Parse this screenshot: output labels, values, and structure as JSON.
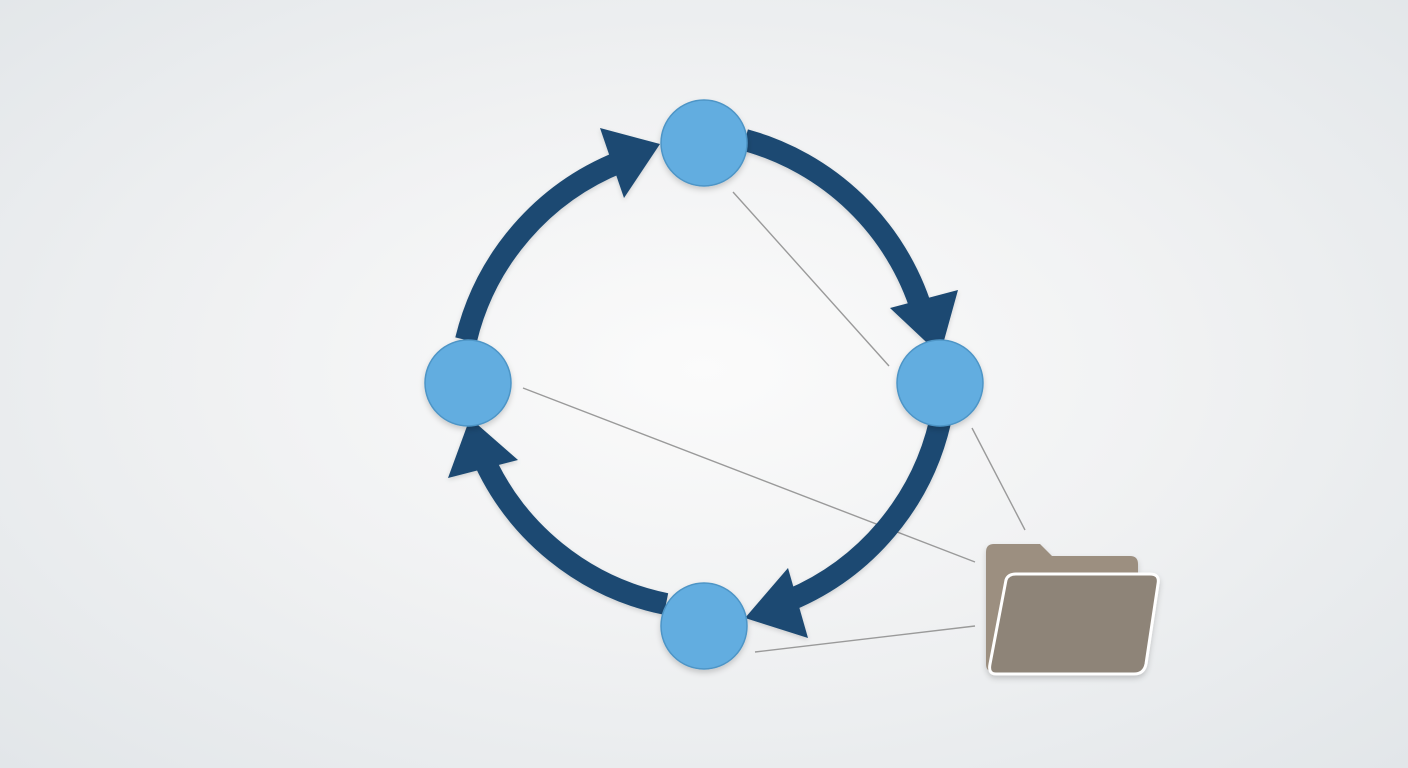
{
  "diagram": {
    "type": "cycle",
    "node_count": 4,
    "nodes": [
      {
        "id": "top"
      },
      {
        "id": "right"
      },
      {
        "id": "bottom"
      },
      {
        "id": "left"
      }
    ],
    "cycle_direction": "clockwise",
    "connectors_to": "folder",
    "icons": [
      "folder-icon"
    ]
  },
  "colors": {
    "background": "#eceef0",
    "cycle_arrow": "#1b4a72",
    "node_fill": "#62ade0",
    "node_stroke": "#4e95c6",
    "connector_line": "#9a9a9a",
    "folder_back": "#9c8f80",
    "folder_front": "#8e8478",
    "folder_edge": "#ffffff"
  }
}
